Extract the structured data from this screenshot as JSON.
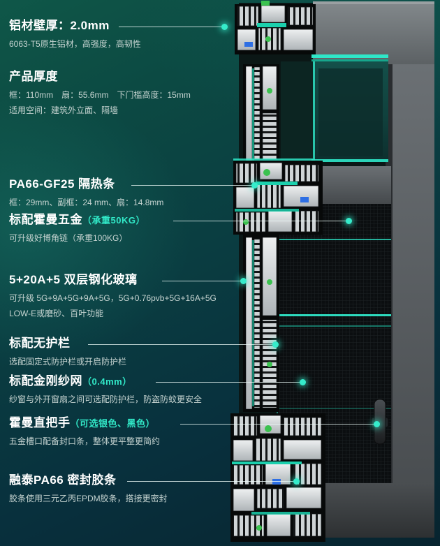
{
  "colors": {
    "accent": "#2FE7C8",
    "background_top": "#0F5748",
    "background_bottom": "#07242F",
    "title_text": "#FFFFFF",
    "subtext": "#C6D4D1",
    "thermal_strip": "#1BD0AD",
    "hardware_green": "#3BC24F",
    "hardware_blue": "#2E6FE4"
  },
  "annotations": [
    {
      "id": "aluminum-wall-thickness",
      "title": "铝材壁厚：2.0mm",
      "title_accent": "",
      "subs": [
        "6063-T5原生铝材，高强度，高韧性"
      ]
    },
    {
      "id": "product-thickness",
      "title": "产品厚度",
      "title_accent": "",
      "subs": [
        "框：110mm　扇：55.6mm　下门槛高度：15mm",
        "适用空间：建筑外立面、隔墙"
      ]
    },
    {
      "id": "thermal-break",
      "title": "PA66-GF25 隔热条",
      "title_accent": "",
      "subs": [
        "框：29mm、副框：24 mm、扇：14.8mm"
      ]
    },
    {
      "id": "hardware",
      "title": "标配霍曼五金",
      "title_accent": "（承重50KG）",
      "subs": [
        "可升级好博角链（承重100KG）"
      ]
    },
    {
      "id": "glass",
      "title": "5+20A+5 双层钢化玻璃",
      "title_accent": "",
      "subs": [
        "可升级 5G+9A+5G+9A+5G，5G+0.76pvb+5G+16A+5G",
        "LOW-E或磨砂、百叶功能"
      ]
    },
    {
      "id": "guardrail",
      "title": "标配无护栏",
      "title_accent": "",
      "subs": [
        "选配固定式防护栏或开启防护栏"
      ]
    },
    {
      "id": "screen-mesh",
      "title": "标配金刚纱网",
      "title_accent": "（0.4mm）",
      "subs": [
        "纱窗与外开窗扇之间可选配防护栏，防盗防蚊更安全"
      ]
    },
    {
      "id": "handle",
      "title": "霍曼直把手",
      "title_accent": "（可选银色、黑色）",
      "subs": [
        "五金槽口配备封口条，整体更平整更简约"
      ]
    },
    {
      "id": "sealing-strip",
      "title": "融泰PA66 密封胶条",
      "title_accent": "",
      "subs": [
        "胶条使用三元乙丙EPDM胶条，搭接更密封"
      ]
    }
  ]
}
